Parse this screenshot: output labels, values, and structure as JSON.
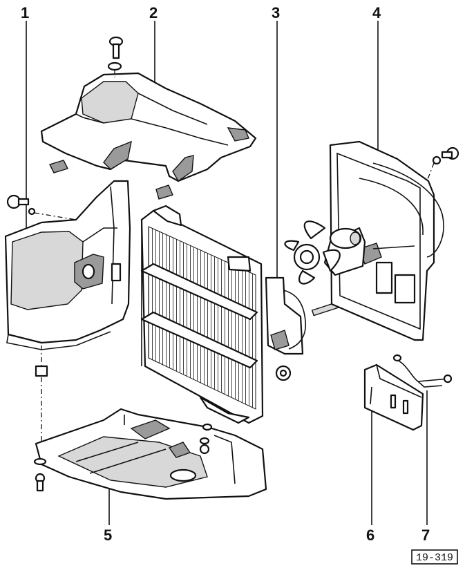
{
  "callouts": {
    "p1": "1",
    "p2": "2",
    "p3": "3",
    "p4": "4",
    "p5": "5",
    "p6": "6",
    "p7": "7"
  },
  "figure_ref": "19-319"
}
